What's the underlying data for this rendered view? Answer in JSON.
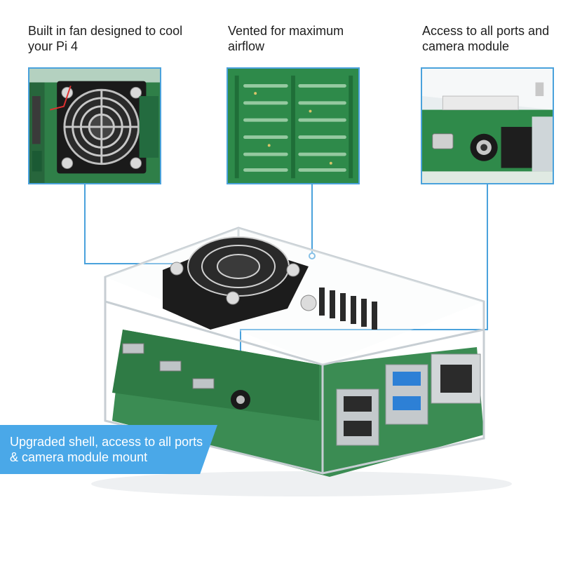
{
  "features": [
    {
      "caption": "Built in fan designed to cool\nyour Pi 4",
      "image": "fan-closeup"
    },
    {
      "caption": "Vented for maximum\nairflow",
      "image": "vented-board-closeup"
    },
    {
      "caption": "Access to all ports and\ncamera module",
      "image": "ports-closeup"
    }
  ],
  "banner": {
    "text": "Upgraded shell, access to all ports\n& camera module mount"
  },
  "colors": {
    "accent": "#4aa2dc",
    "banner": "#4aa8e8",
    "pcb": "#2f8a4a",
    "fan": "#1c1c1c"
  },
  "product": {
    "image": "raspberry-pi-4-clear-case-with-fan"
  }
}
